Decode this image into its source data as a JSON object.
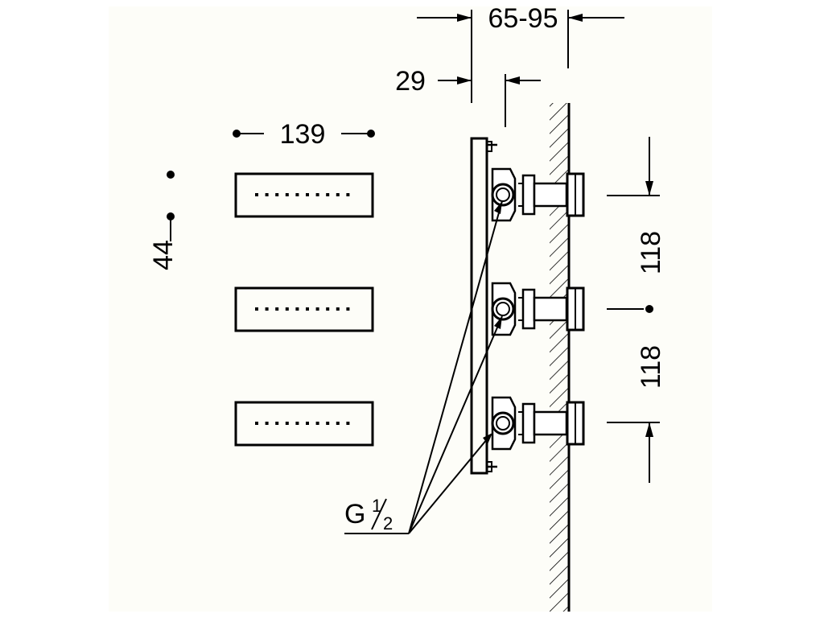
{
  "dimensions": {
    "depth_range": "65-95",
    "plate_offset": "29",
    "jet_width": "139",
    "jet_height": "44",
    "spacing_upper": "118",
    "spacing_lower": "118"
  },
  "connection_label": {
    "prefix": "G",
    "numerator": "1",
    "denominator": "2"
  },
  "components": {
    "front_jets": [
      "body-jet",
      "body-jet",
      "body-jet"
    ],
    "side_units": [
      "valve-connector",
      "valve-connector",
      "valve-connector"
    ]
  }
}
